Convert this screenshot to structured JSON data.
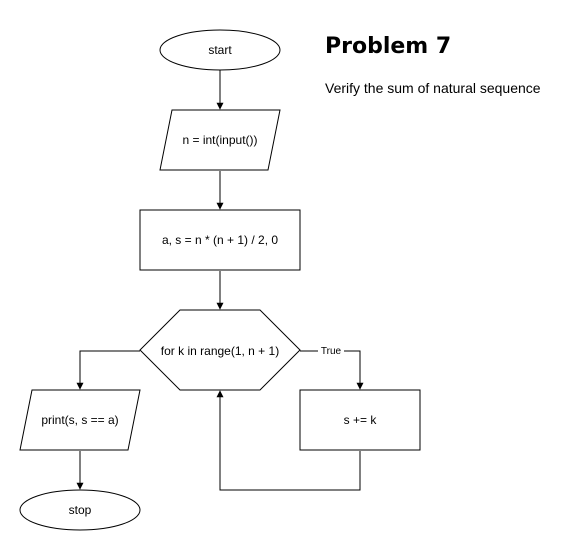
{
  "header": {
    "title": "Problem 7",
    "subtitle": "Verify the sum of natural sequence"
  },
  "flowchart": {
    "start": "start",
    "input": "n = int(input())",
    "assign": "a, s = n * (n + 1) / 2, 0",
    "loop": "for k in range(1, n + 1)",
    "loop_true_label": "True",
    "body": "s += k",
    "output": "print(s, s == a)",
    "stop": "stop"
  }
}
